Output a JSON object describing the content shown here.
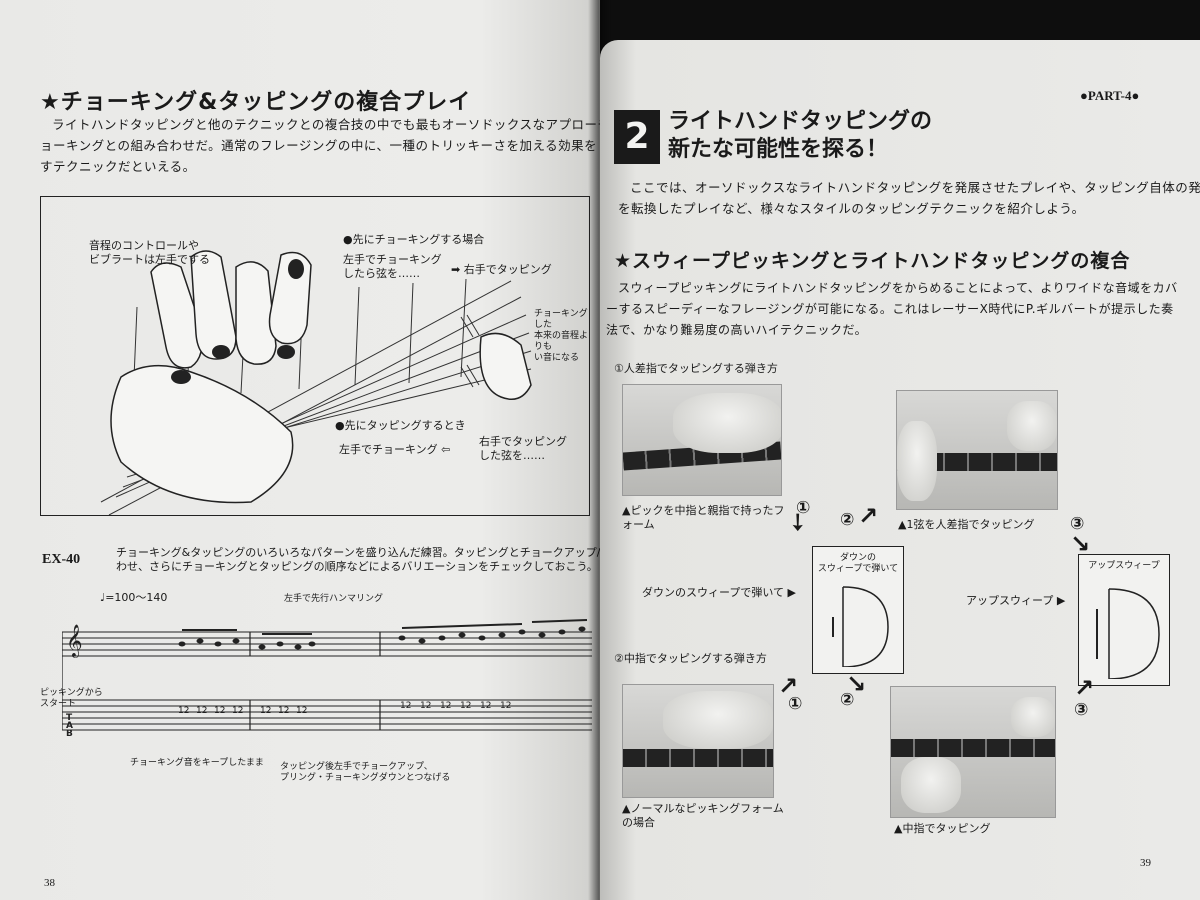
{
  "left": {
    "title": "★チョーキング&タッピングの複合プレイ",
    "intro": [
      "ライトハンドタッピングと他のテクニックとの複合技の中でも最もオーソドックスなアプローチ",
      "ョーキングとの組み合わせだ。通常のフレージングの中に、一種のトリッキーさを加える効果を",
      "すテクニックだといえる。"
    ],
    "fig": {
      "left_note": [
        "音程のコントロールや",
        "ビブラートは左手でする"
      ],
      "case1_head": "●先にチョーキングする場合",
      "case1_a": [
        "左手でチョーキング",
        "したら弦を……"
      ],
      "case1_b": "右手でタッピング",
      "right_note": [
        "チョーキングした",
        "本来の音程よりも",
        "い音になる"
      ],
      "case2_head": "●先にタッピングするとき",
      "case2_a": "左手でチョーキング",
      "case2_b": [
        "右手でタッピング",
        "した弦を……"
      ]
    },
    "ex_label": "EX-40",
    "ex_desc": [
      "チョーキング&タッピングのいろいろなパターンを盛り込んだ練習。タッピングとチョークアップ/チョークダウ",
      "わせ、さらにチョーキングとタッピングの順序などによるバリエーションをチェックしておこう。"
    ],
    "tempo": "♩=100〜140",
    "hammer_label": "左手で先行ハンマリング",
    "picking_start": [
      "ピッキングから",
      "スタート"
    ],
    "score_notes": [
      "チョーキング音をキープしたまま",
      "タッピング後左手でチョークアップ、",
      "プリング・チョーキングダウンとつなげる"
    ],
    "page_num": "38"
  },
  "right": {
    "part": "●PART-4●",
    "section_num": "2",
    "section_title": [
      "ライトハンドタッピングの",
      "新たな可能性を探る！"
    ],
    "intro": [
      "ここでは、オーソドックスなライトハンドタッピングを発展させたプレイや、タッピング自体の発想",
      "を転換したプレイなど、様々なスタイルのタッピングテクニックを紹介しよう。"
    ],
    "sub_title": "★スウィープピッキングとライトハンドタッピングの複合",
    "sub_text": [
      "スウィープピッキングにライトハンドタッピングをからめることによって、よりワイドな音域をカバ",
      "ーするスピーディーなフレージングが可能になる。これはレーサーX時代にP.ギルバートが提示した奏",
      "法で、かなり難易度の高いハイテクニックだ。"
    ],
    "method1": "①人差指でタッピングする弾き方",
    "method2": "②中指でタッピングする弾き方",
    "cap_pick": [
      "▲ピックを中指と親指で持ったフ",
      "ォーム"
    ],
    "cap_index": "▲1弦を人差指でタッピング",
    "cap_normal": [
      "▲ノーマルなピッキングフォーム",
      "の場合"
    ],
    "cap_middle": "▲中指でタッピング",
    "down_label": "ダウンのスウィープで弾いて ▶",
    "down_box": [
      "ダウンの",
      "スウィープで弾いて"
    ],
    "up_label": "アップスウィープ ▶",
    "up_box": "アップスウィープ",
    "step1": "①",
    "step2": "②",
    "step3": "③",
    "page_num": "39"
  }
}
